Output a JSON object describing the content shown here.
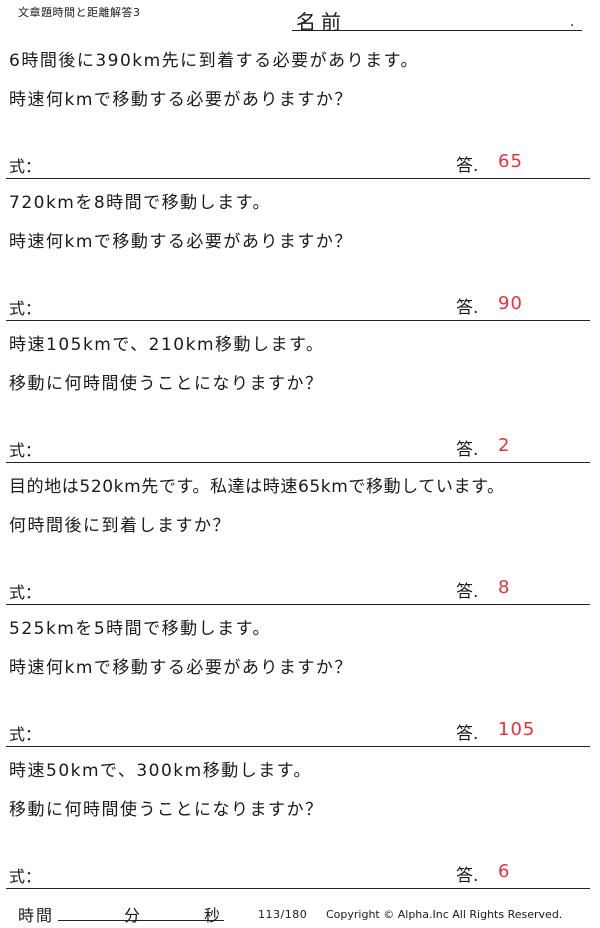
{
  "header": {
    "small_title": "文章題時間と距離解答3",
    "name_label": "名前",
    "name_dot": "."
  },
  "labels": {
    "equation": "式：",
    "answer": "答."
  },
  "problems": [
    {
      "line1": "6時間後に390km先に到着する必要があります。",
      "line2": "時速何kmで移動する必要がありますか？",
      "answer": "65"
    },
    {
      "line1": "720kmを8時間で移動します。",
      "line2": "時速何kmで移動する必要がありますか？",
      "answer": "90"
    },
    {
      "line1": "時速105kmで、210km移動します。",
      "line2": "移動に何時間使うことになりますか？",
      "answer": "2"
    },
    {
      "line1": "目的地は520km先です。私達は時速65kmで移動しています。",
      "line2": "何時間後に到着しますか？",
      "answer": "8"
    },
    {
      "line1": "525kmを5時間で移動します。",
      "line2": "時速何kmで移動する必要がありますか？",
      "answer": "105"
    },
    {
      "line1": "時速50kmで、300km移動します。",
      "line2": "移動に何時間使うことになりますか？",
      "answer": "6"
    }
  ],
  "footer": {
    "time_label": "時間",
    "minutes_label": "分",
    "seconds_label": "秒",
    "page": "113/180",
    "copyright": "Copyright ©  Alpha.Inc All Rights Reserved."
  },
  "colors": {
    "answer": "#e8313b",
    "text": "#1a1a1a"
  }
}
